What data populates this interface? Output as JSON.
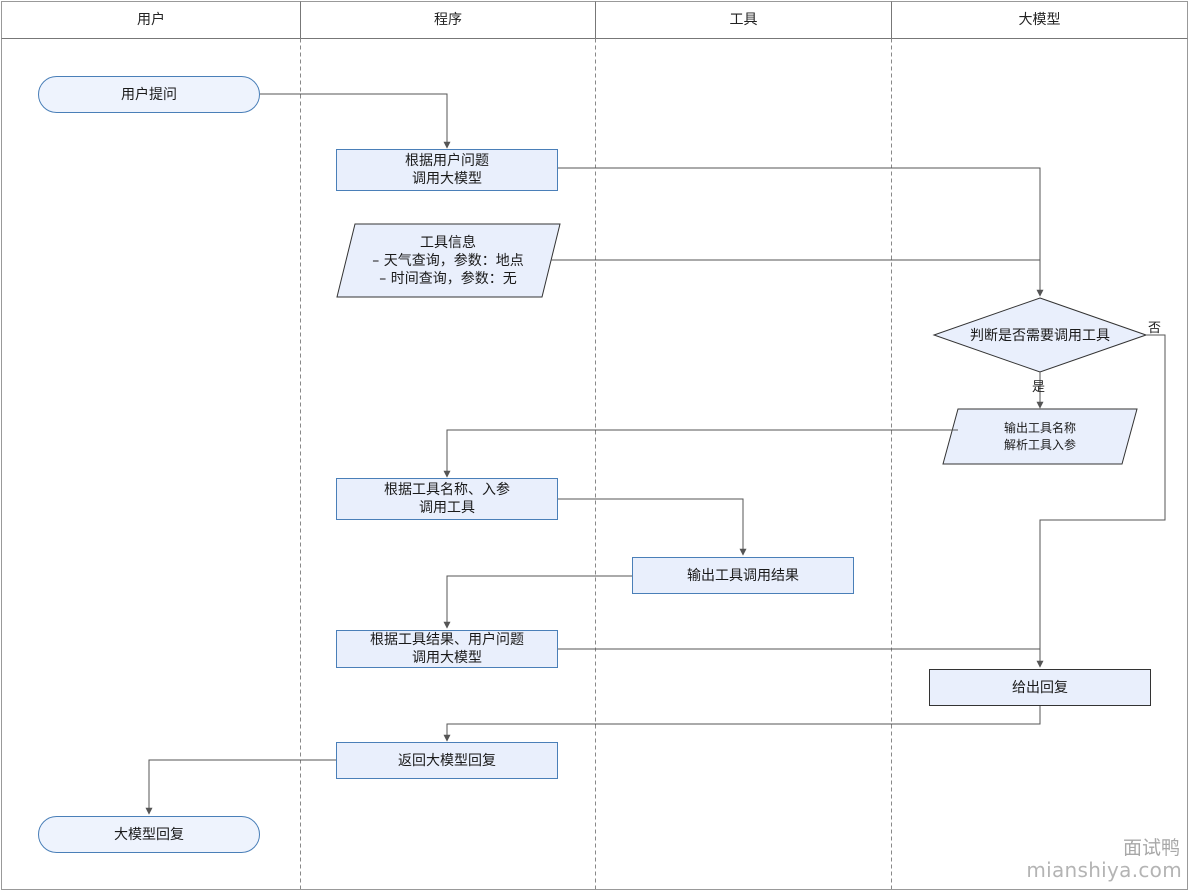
{
  "lanes": [
    "用户",
    "程序",
    "工具",
    "大模型"
  ],
  "nodes": {
    "user_question": "用户提问",
    "call_llm_by_question": "根据用户问题\n调用大模型",
    "tool_info": "工具信息\n– 天气查询，参数：地点\n– 时间查询，参数：无",
    "decide_tool": "判断是否需要调用工具",
    "output_tool_name": "输出工具名称\n解析工具入参",
    "call_tool": "根据工具名称、入参\n调用工具",
    "tool_result": "输出工具调用结果",
    "call_llm_with_result": "根据工具结果、用户问题\n调用大模型",
    "give_reply": "给出回复",
    "return_reply": "返回大模型回复",
    "llm_reply": "大模型回复"
  },
  "edge_labels": {
    "yes": "是",
    "no": "否"
  },
  "watermark": {
    "cn": "面试鸭",
    "en": "mianshiya.com"
  }
}
